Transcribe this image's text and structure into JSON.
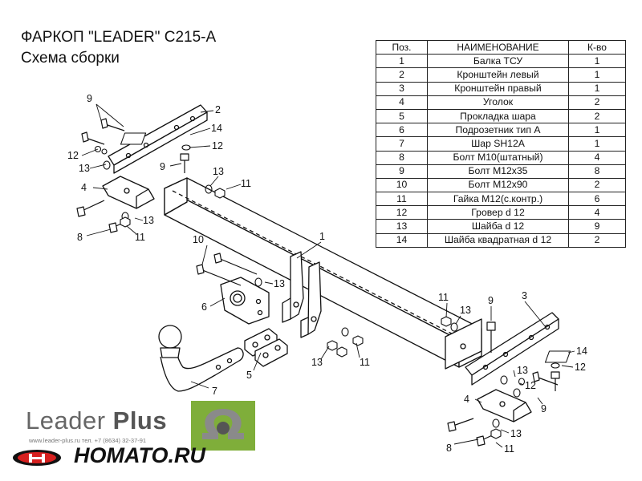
{
  "title_line1": "ФАРКОП \"LEADER\" C215-A",
  "title_line2": "Схема сборки",
  "table": {
    "headers": [
      "Поз.",
      "НАИМЕНОВАНИЕ",
      "К-во"
    ],
    "rows": [
      [
        "1",
        "Балка ТСУ",
        "1"
      ],
      [
        "2",
        "Кронштейн левый",
        "1"
      ],
      [
        "3",
        "Кронштейн правый",
        "1"
      ],
      [
        "4",
        "Уголок",
        "2"
      ],
      [
        "5",
        "Прокладка шара",
        "2"
      ],
      [
        "6",
        "Подрозетник тип A",
        "1"
      ],
      [
        "7",
        "Шар SH12A",
        "1"
      ],
      [
        "8",
        "Болт М10(штатный)",
        "4"
      ],
      [
        "9",
        "Болт М12х35",
        "8"
      ],
      [
        "10",
        "Болт М12х90",
        "2"
      ],
      [
        "11",
        "Гайка М12(с.контр.)",
        "6"
      ],
      [
        "12",
        "Гровер d 12",
        "4"
      ],
      [
        "13",
        "Шайба d 12",
        "9"
      ],
      [
        "14",
        "Шайба квадратная d 12",
        "2"
      ]
    ]
  },
  "callouts": {
    "n1": "1",
    "n2": "2",
    "n3": "3",
    "n4": "4",
    "n5": "5",
    "n6": "6",
    "n7": "7",
    "n8": "8",
    "n9": "9",
    "n10": "10",
    "n11": "11",
    "n12": "12",
    "n13": "13",
    "n14": "14"
  },
  "brand": {
    "name_regular": "Leader ",
    "name_bold": "Plus",
    "contacts": "www.leader-plus.ru   тел. +7 (8634) 32-37-91",
    "shop": "HOMATO.RU"
  },
  "colors": {
    "line": "#111111",
    "logo_green": "#7fae3a",
    "logo_gray": "#8a8a8a",
    "homato_red": "#d6201f"
  }
}
